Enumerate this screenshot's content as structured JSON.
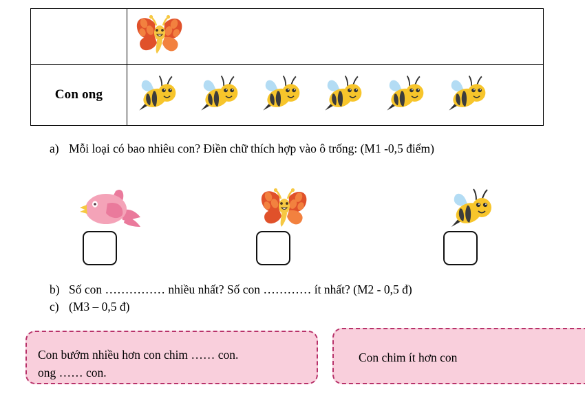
{
  "table": {
    "rows": [
      {
        "label": "",
        "creature": "butterfly",
        "count": 1
      },
      {
        "label": "Con ong",
        "creature": "bee",
        "count": 6
      }
    ]
  },
  "questions": {
    "a": {
      "marker": "a)",
      "text": "Mỗi loại có bao nhiêu con? Điền chữ  thích hợp vào ô trống: (M1 -0,5 điểm)"
    },
    "b": {
      "marker": "b)",
      "text": "Số con …………… nhiều nhất? Số con ………… ít nhất? (M2 - 0,5 đ)"
    },
    "c": {
      "marker": "c)",
      "text": "(M3 – 0,5 đ)"
    }
  },
  "answer_slots": [
    {
      "creature": "bird",
      "value": ""
    },
    {
      "creature": "butterfly",
      "value": ""
    },
    {
      "creature": "bee",
      "value": ""
    }
  ],
  "pink_boxes": {
    "left": {
      "line1": "Con bướm nhiều hơn con chim …… con.",
      "line2": "ong …… con."
    },
    "right": {
      "line1": "Con chim ít hơn con"
    }
  },
  "colors": {
    "pink_fill": "#f9cfdc",
    "pink_border": "#b8326a",
    "bee_body": "#f7c52b",
    "bee_stripe": "#3c3c3c",
    "bee_wing": "#b3dcf4",
    "butterfly_wing": "#e0512a",
    "butterfly_spot": "#f2813f",
    "butterfly_body": "#f6c843",
    "bird_body": "#f4a3b8",
    "bird_accent": "#ea7a9c",
    "bird_beak": "#f6c83f",
    "table_border": "#000000"
  }
}
